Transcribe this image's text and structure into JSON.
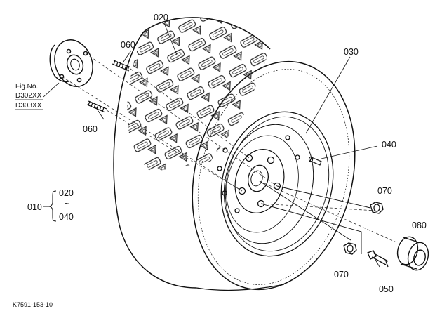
{
  "callouts": {
    "tire": "020",
    "stud_upper": "060",
    "stud_lower": "060",
    "rim": "030",
    "valve": "040",
    "nut_right": "070",
    "nut_bottom": "070",
    "bolt": "050",
    "cap": "080",
    "assembly": "010",
    "range_top": "020",
    "range_mid": "~",
    "range_bottom": "040"
  },
  "figure_ref": {
    "heading": "Fig.No.",
    "first": "D302XX",
    "second": "D303XX"
  },
  "drawing_id": "K7591-153-10"
}
